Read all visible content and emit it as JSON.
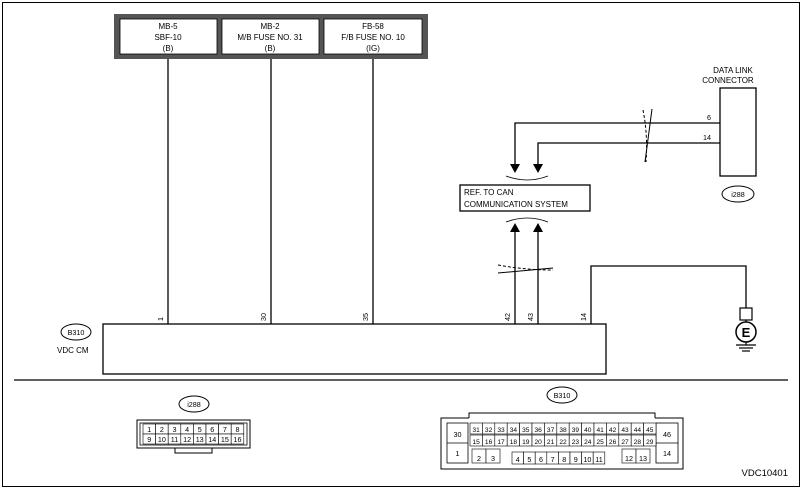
{
  "fuses": [
    {
      "line1": "MB-5",
      "line2": "SBF-10",
      "line3": "(B)"
    },
    {
      "line1": "MB-2",
      "line2": "M/B FUSE NO. 31",
      "line3": "(B)"
    },
    {
      "line1": "FB-58",
      "line2": "F/B FUSE NO. 10",
      "line3": "(IG)"
    }
  ],
  "data_link_connector": {
    "title_line1": "DATA LINK",
    "title_line2": "CONNECTOR",
    "pin_top": "6",
    "pin_bottom": "14",
    "connector_id": "i288"
  },
  "can_reference": {
    "line1": "REF. TO CAN",
    "line2": "COMMUNICATION SYSTEM"
  },
  "control_module": {
    "connector_id": "B310",
    "name": "VDC CM",
    "pins": [
      "1",
      "30",
      "35",
      "42",
      "43",
      "14"
    ]
  },
  "ground_symbol": "E",
  "connector_i288_view": {
    "id": "i288",
    "row1": [
      "1",
      "2",
      "3",
      "4",
      "5",
      "6",
      "7",
      "8"
    ],
    "row2": [
      "9",
      "10",
      "11",
      "12",
      "13",
      "14",
      "15",
      "16"
    ]
  },
  "connector_b310_view": {
    "id": "B310",
    "left_top": "30",
    "left_bottom": "1",
    "right_top": "46",
    "right_bottom": "14",
    "row1": [
      "31",
      "32",
      "33",
      "34",
      "35",
      "36",
      "37",
      "38",
      "39",
      "40",
      "41",
      "42",
      "43",
      "44",
      "45"
    ],
    "row2": [
      "15",
      "16",
      "17",
      "18",
      "19",
      "20",
      "21",
      "22",
      "23",
      "24",
      "25",
      "26",
      "27",
      "28",
      "29"
    ],
    "row3_left": [
      "2",
      "3"
    ],
    "row3_mid": [
      "4",
      "5",
      "6",
      "7",
      "8",
      "9",
      "10",
      "11"
    ],
    "row3_right": [
      "12",
      "13"
    ]
  },
  "diagram_code": "VDC10401"
}
